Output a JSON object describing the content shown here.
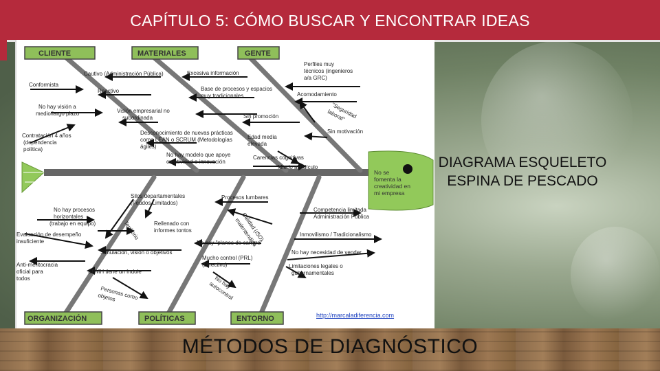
{
  "slide": {
    "title": "CAPÍTULO 5: CÓMO BUSCAR Y ENCONTRAR IDEAS",
    "diagram_title_line1": "DIAGRAMA ESQUELETO",
    "diagram_title_line2": "ESPINA DE PESCADO",
    "footer": "MÉTODOS DE DIAGNÓSTICO"
  },
  "colors": {
    "title_bar": "#b52a3c",
    "category_box": "#8fbf5a",
    "spine": "#555555",
    "head": "#92c95a"
  },
  "fishbone": {
    "categories": {
      "cliente": "CLIENTE",
      "materiales": "MATERIALES",
      "gente": "GENTE",
      "organizacion": "ORGANIZACIÓN",
      "politicas": "POLÍTICAS",
      "entorno": "ENTORNO"
    },
    "head_lines": [
      "No se",
      "fomenta la",
      "creatividad en",
      "mi empresa"
    ],
    "url": "http://marcaladiferencia.com",
    "causes": {
      "c1": "Cautivo (Administración Pública)",
      "c2": "Conformista",
      "c3": "Reactivo",
      "c4": "No hay visión a",
      "c4b": "medio/largo plazo",
      "c5": "Visión empresarial no",
      "c5b": "subordinada",
      "c6": "Contratación 4 años",
      "c6b": "(dependencia",
      "c6c": "política)",
      "m1": "Excesiva información",
      "m2": "Base de procesos y espacios",
      "m2b": "muy tradicionales",
      "m3": "Desconocimiento de nuevas prácticas",
      "m3b": "como LEAN o SCRUM (Metodologías",
      "m3c": "ágiles)",
      "m4": "No hay modelo que apoye",
      "m4b": "creatividad o innovación",
      "g1": "Perfiles muy",
      "g1b": "técnicos (ingenieros",
      "g1c": "a/a GRC)",
      "g2": "Acomodamiento",
      "g3": "\"Seguridad",
      "g3b": "laboral\"",
      "g4": "Sin promoción",
      "g5": "Sin motivación",
      "g6": "Edad media",
      "g6b": "elevada",
      "g7": "Carencias cognitivas",
      "g8": "Miedo al ridículo",
      "o1": "Silos departamentales",
      "o1b": "(Feudos Limitados)",
      "o2": "No hay procesos",
      "o2b": "horizontales",
      "o2c": "(trabajo en equipo)",
      "o3": "Territorio",
      "o4": "Rellenado con",
      "o4b": "informes tontos",
      "o5": "Evaluación de desempeño",
      "o5b": "insuficiente",
      "o6": "Simulación, visión o objetivos",
      "o7": "Anti-meritocracia",
      "o7b": "oficial para",
      "o7c": "todos",
      "o8": "SEMH tiene un índole",
      "o9": "Personas como",
      "o9b": "objetos",
      "p1": "Procesos lumbares",
      "p2": "Calidad (ISO)",
      "p2b": "malentendida",
      "p3": "No hay \"planes de carrera\"",
      "p4": "Mucho control (PRL)",
      "p4b": "(Directivo)",
      "p5": "No hay",
      "p5b": "autocontrol",
      "e1": "Competencia limitada",
      "e1b": "Administración Pública",
      "e2": "Inmovilismo / Tradicionalismo",
      "e3": "No hay necesidad de vender",
      "e4": "Limitaciones legales o",
      "e4b": "gubernamentales"
    }
  }
}
